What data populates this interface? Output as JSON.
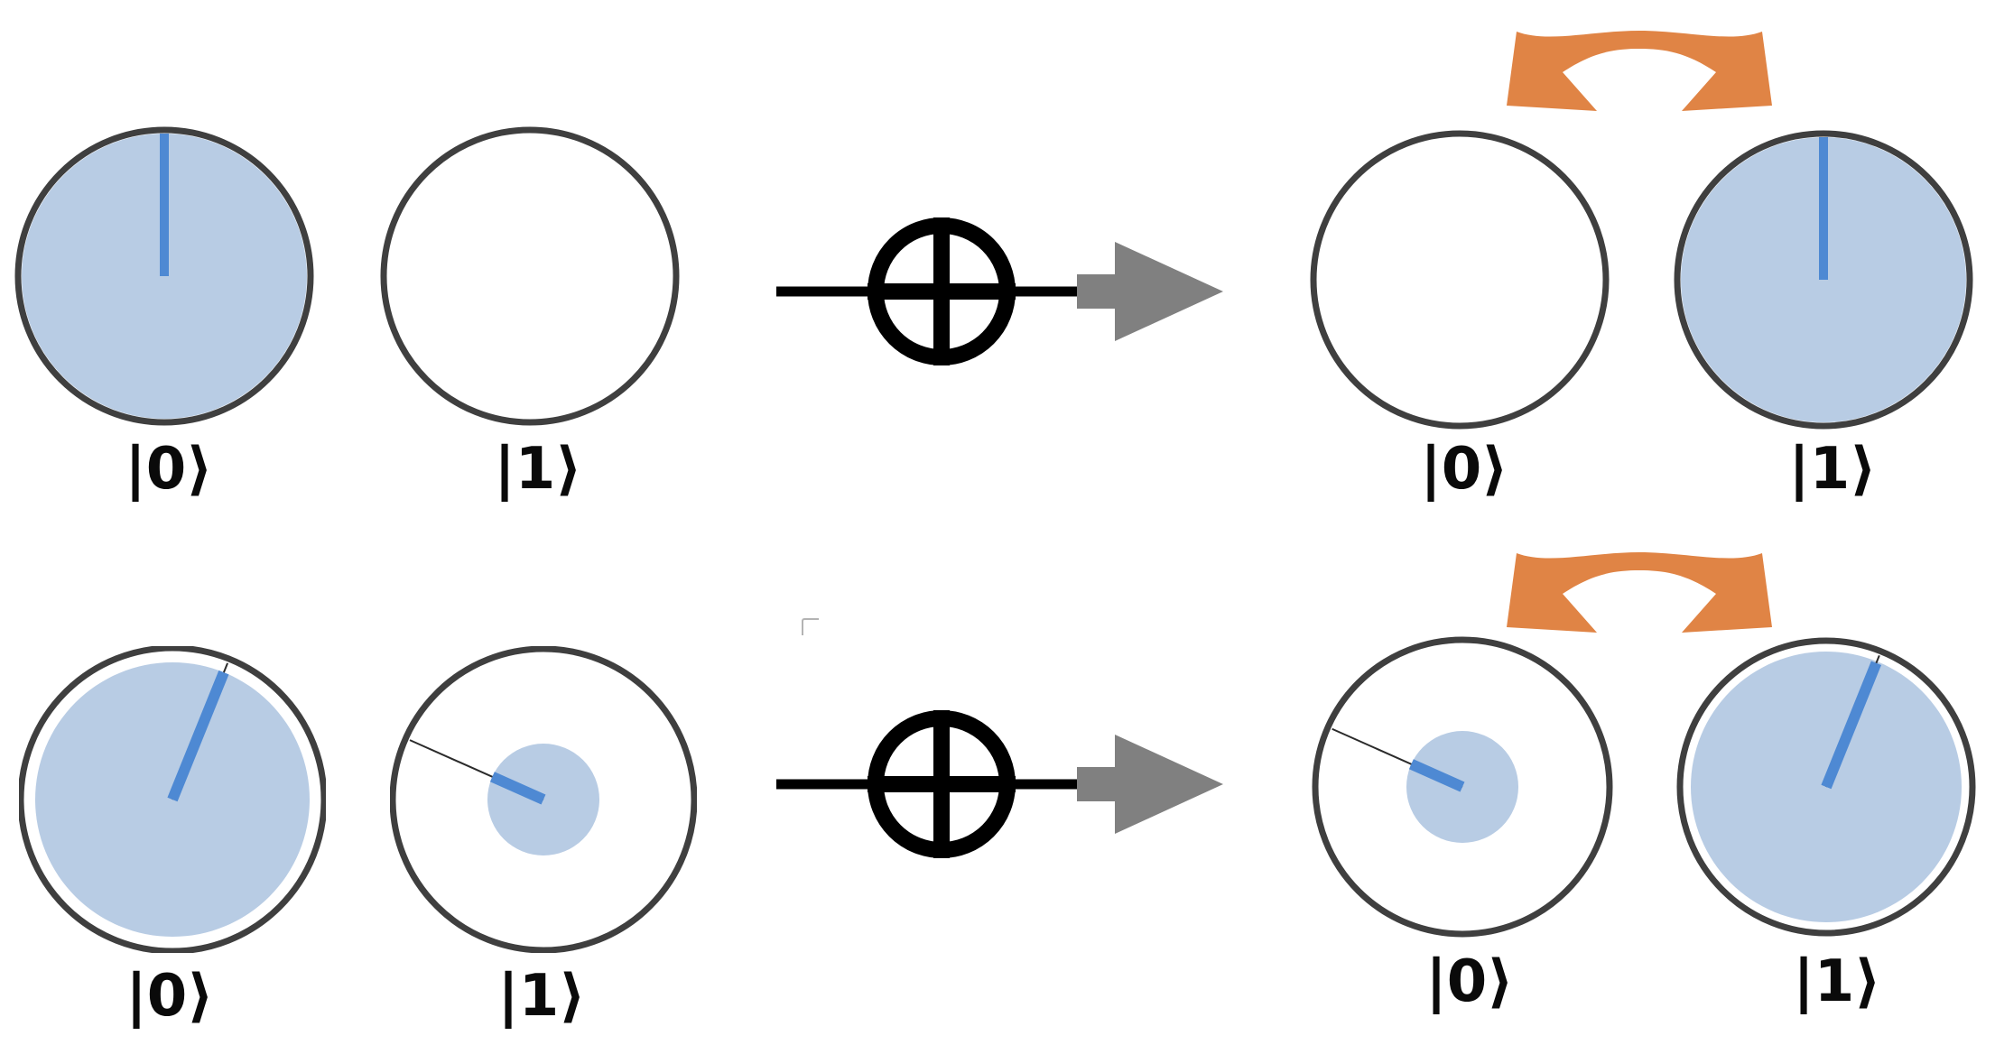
{
  "figure": {
    "description_labels": [],
    "palette": {
      "background": "#ffffff",
      "fill_blue": "#b8cce4",
      "line_blue": "#4e89d3",
      "outline_gray": "#3f3f3f",
      "gate_black": "#000000",
      "arrow_gray": "#808080",
      "swap_orange": "#e08445",
      "thin_phase_line": "#2b2b2b",
      "artifact_gray": "#b3b3b3"
    },
    "rows": [
      {
        "name": "row-basis-states",
        "gate_symbol": "⊕",
        "input_states": [
          {
            "label": "|0⟩",
            "outer_radius": 162,
            "outline_width": 7,
            "fill_radius": 158,
            "line": {
              "angle_deg": 0,
              "length": 158,
              "width": 10,
              "thin_to_edge": false
            }
          },
          {
            "label": "|1⟩",
            "outer_radius": 162,
            "outline_width": 7,
            "fill_radius": 0,
            "line": null
          }
        ],
        "output_states": [
          {
            "label": "|0⟩",
            "outer_radius": 162,
            "outline_width": 7,
            "fill_radius": 0,
            "line": null
          },
          {
            "label": "|1⟩",
            "outer_radius": 162,
            "outline_width": 7,
            "fill_radius": 158,
            "line": {
              "angle_deg": 0,
              "length": 158,
              "width": 10,
              "thin_to_edge": false
            }
          }
        ]
      },
      {
        "name": "row-superposition-states",
        "gate_symbol": "⊕",
        "input_states": [
          {
            "label": "|0⟩",
            "outer_radius": 168,
            "outline_width": 7,
            "fill_radius": 152,
            "line": {
              "angle_deg": 22,
              "length": 152,
              "width": 12,
              "thin_to_edge": true
            }
          },
          {
            "label": "|1⟩",
            "outer_radius": 167,
            "outline_width": 7,
            "fill_radius": 62,
            "line": {
              "angle_deg": -66,
              "length": 62,
              "width": 12,
              "thin_to_edge": true
            }
          }
        ],
        "output_states": [
          {
            "label": "|0⟩",
            "outer_radius": 163,
            "outline_width": 7,
            "fill_radius": 62,
            "line": {
              "angle_deg": -66,
              "length": 62,
              "width": 12,
              "thin_to_edge": true
            }
          },
          {
            "label": "|1⟩",
            "outer_radius": 162,
            "outline_width": 7,
            "fill_radius": 150,
            "line": {
              "angle_deg": 22,
              "length": 148,
              "width": 12,
              "thin_to_edge": true
            }
          }
        ]
      }
    ]
  }
}
